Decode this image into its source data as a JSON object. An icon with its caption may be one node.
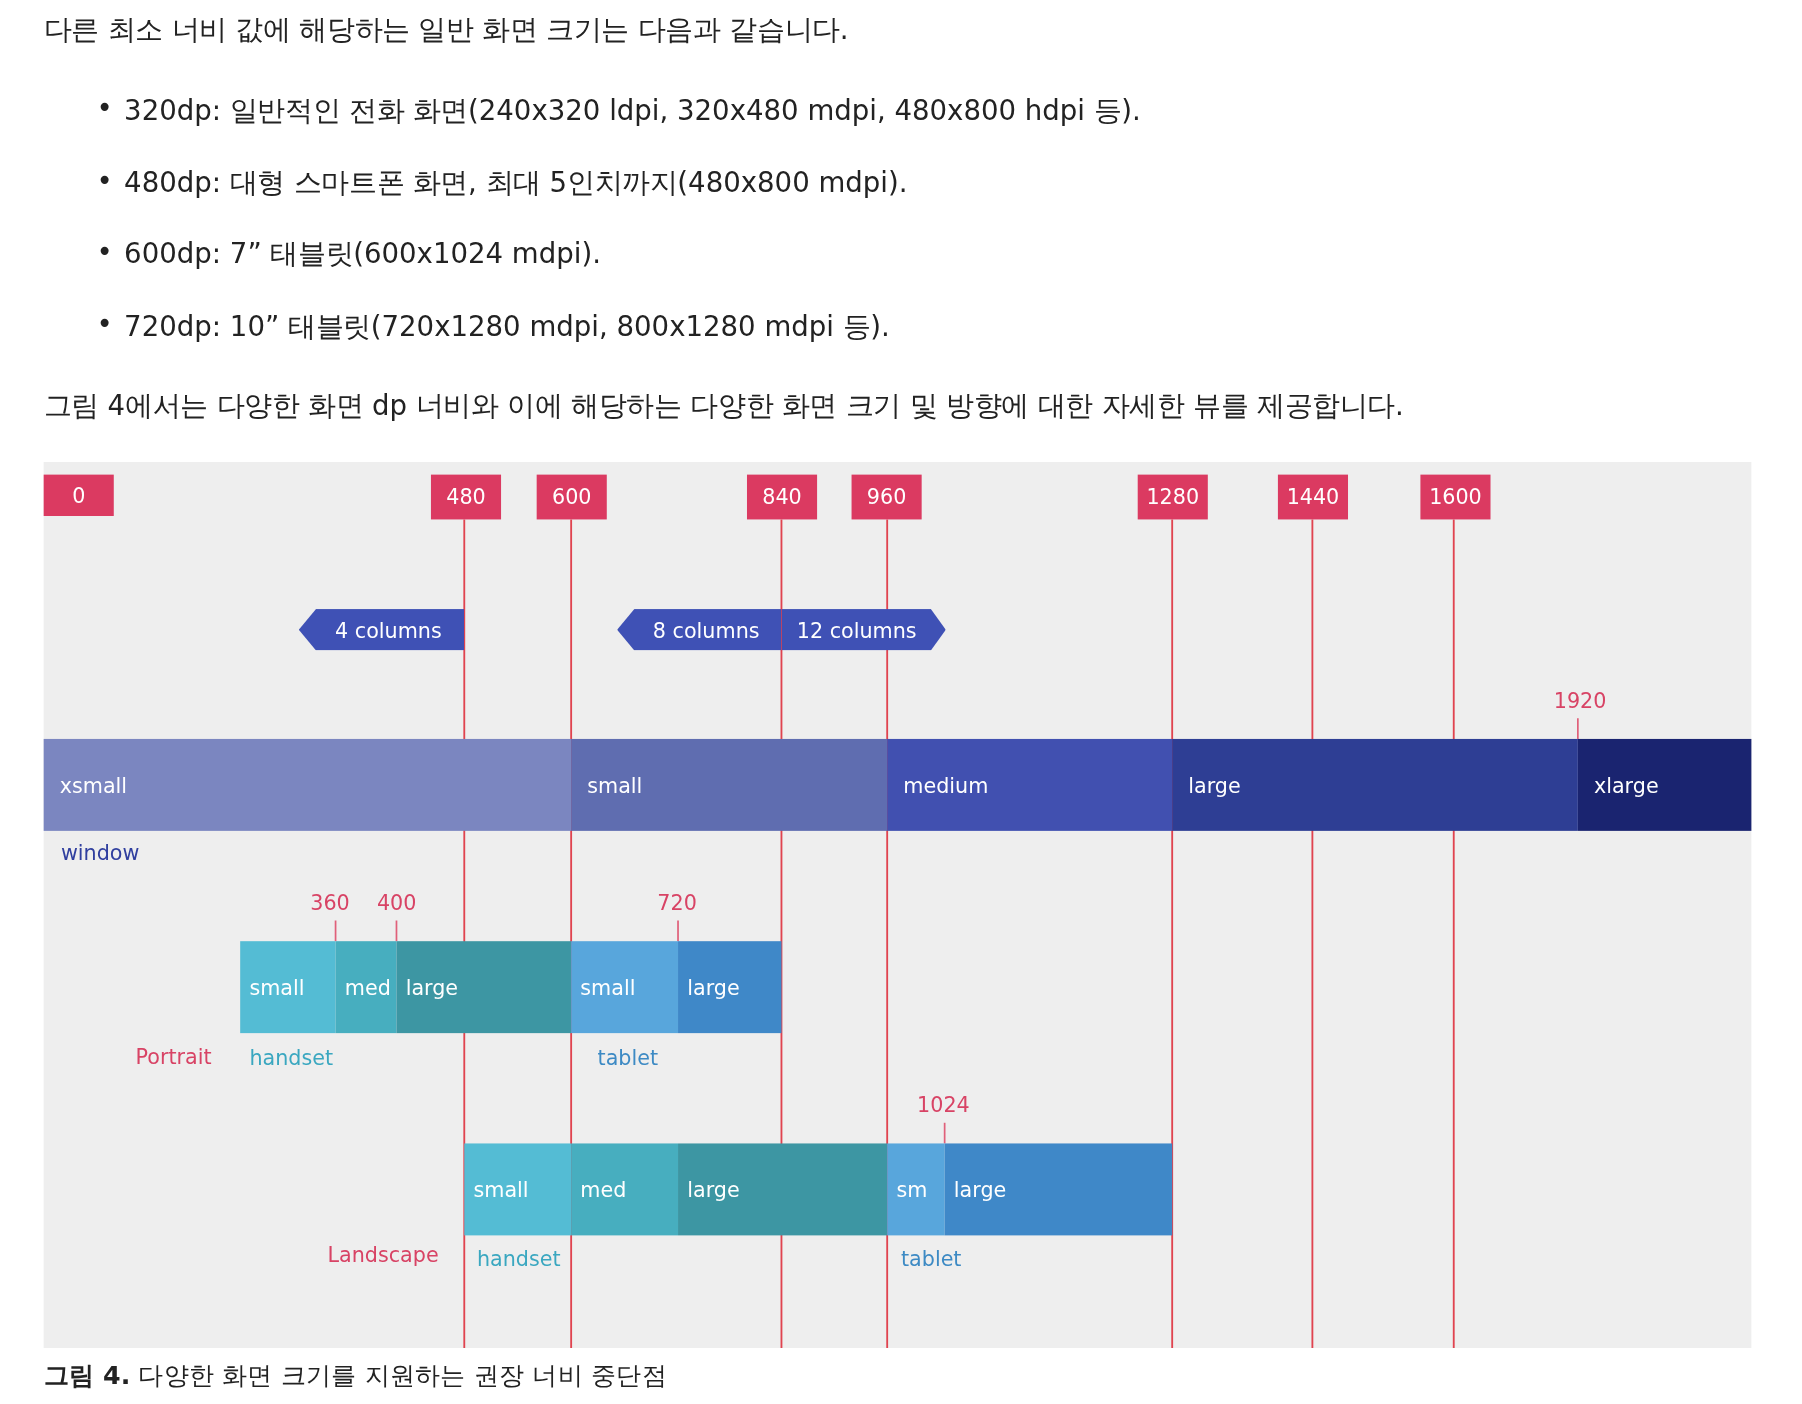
{
  "diagram": {
    "caption": "**그림 4.** 다양한 화면 크기를 지원하는 권장 너비 중단점",
    "nodes": [
      {
        "text": [
          "0"
        ]
      },
      {
        "text": [
          "480"
        ]
      },
      {
        "text": [
          "600"
        ]
      },
      {
        "text": [
          "840"
        ]
      },
      {
        "text": [
          "960"
        ]
      },
      {
        "text": [
          "1280"
        ]
      },
      {
        "text": [
          "1440"
        ]
      },
      {
        "text": [
          "1600"
        ]
      },
      {
        "text": [
          "4 columns"
        ]
      },
      {
        "text": [
          "8 columns"
        ]
      },
      {
        "text": [
          "12 columns"
        ]
      },
      {
        "text": [
          "xsmall"
        ]
      },
      {
        "text": [
          "small"
        ]
      },
      {
        "text": [
          "medium"
        ]
      },
      {
        "text": [
          "large"
        ]
      },
      {
        "text": [
          "xlarge"
        ]
      },
      {
        "text": [
          "small"
        ]
      },
      {
        "text": [
          "med"
        ]
      },
      {
        "text": [
          "large"
        ]
      },
      {
        "text": [
          "small"
        ]
      },
      {
        "text": [
          "large"
        ]
      },
      {
        "text": [
          "small"
        ]
      },
      {
        "text": [
          "med"
        ]
      },
      {
        "text": [
          "large"
        ]
      },
      {
        "text": [
          "sm"
        ]
      },
      {
        "text": [
          "large"
        ]
      },
      {
        "text": [
          "1920"
        ]
      },
      {
        "text": [
          "360"
        ]
      },
      {
        "text": [
          "400"
        ]
      },
      {
        "text": [
          "720"
        ]
      },
      {
        "text": [
          "1024"
        ]
      }
    ],
    "edges": [
      {
        "from": 26,
        "to": 15,
        "arrow": "none"
      },
      {
        "from": 27,
        "to": 17,
        "arrow": "none"
      },
      {
        "from": 28,
        "to": 18,
        "arrow": "none"
      },
      {
        "from": 29,
        "to": 20,
        "arrow": "none"
      },
      {
        "from": 30,
        "to": 25,
        "arrow": "none"
      }
    ],
    "labels": [
      "다른 최소 너비 값에 해당하는 일반 화면 크기는 다음과 같습니다.",
      "•",
      "320dp: 일반적인 전화 화면(240x320 ldpi, 320x480 mdpi, 480x800 hdpi 등).",
      "•",
      "480dp: 대형 스마트폰 화면, 최대 5인치까지(480x800 mdpi).",
      "•",
      "600dp: 7” 태블릿(600x1024 mdpi).",
      "•",
      "720dp: 10” 태블릿(720x1280 mdpi, 800x1280 mdpi 등).",
      "그림 4에서는 다양한 화면 dp 너비와 이에 해당하는 다양한 화면 크기 및 방향에 대한 자세한 뷰를 제공합니다.",
      "window",
      "Portrait",
      "handset",
      "tablet",
      "Landscape",
      "handset",
      "tablet"
    ]
  }
}
